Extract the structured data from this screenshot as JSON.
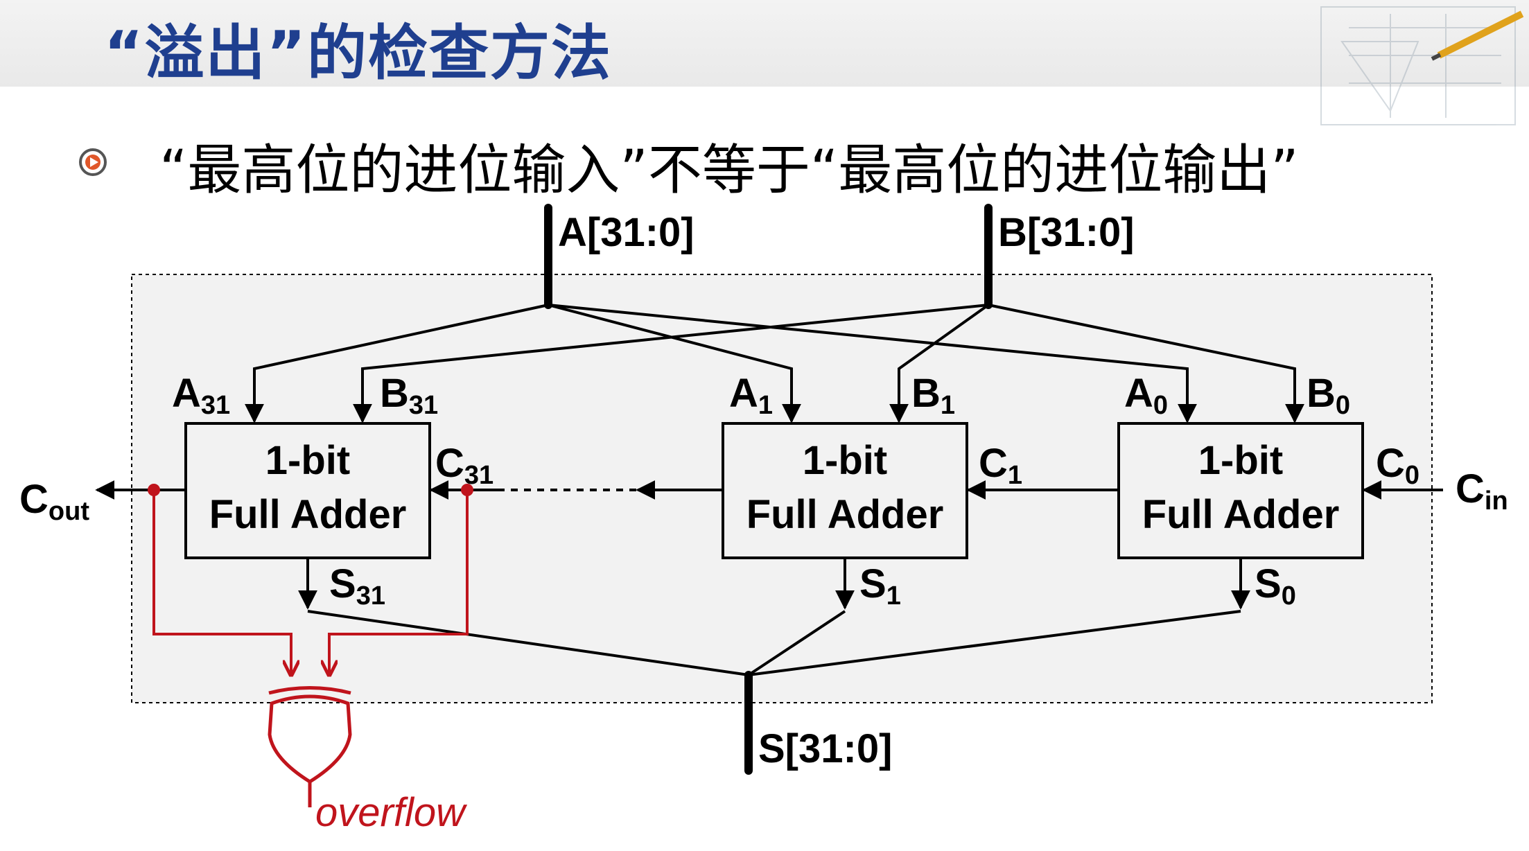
{
  "slide": {
    "title": "“溢出”的检查方法",
    "bullet": "“最高位的进位输入”不等于“最高位的进位输出”"
  },
  "colors": {
    "title": "#1f3f8f",
    "overflow_logic": "#c0141c",
    "wire": "#000000",
    "panel": "#f2f2f2"
  },
  "diagram": {
    "bus_a": "A[31:0]",
    "bus_b": "B[31:0]",
    "bus_s": "S[31:0]",
    "adders": [
      {
        "line1": "1-bit",
        "line2": "Full Adder",
        "a": "A",
        "b": "B",
        "idx": "31",
        "carry_in": "C",
        "carry_in_idx": "31",
        "sum": "S",
        "sum_idx": "31"
      },
      {
        "line1": "1-bit",
        "line2": "Full Adder",
        "a": "A",
        "b": "B",
        "idx": "1",
        "carry_in": "C",
        "carry_in_idx": "1",
        "sum": "S",
        "sum_idx": "1"
      },
      {
        "line1": "1-bit",
        "line2": "Full Adder",
        "a": "A",
        "b": "B",
        "idx": "0",
        "carry_in": "C",
        "carry_in_idx": "0",
        "sum": "S",
        "sum_idx": "0"
      }
    ],
    "cout": {
      "main": "C",
      "sub": "out"
    },
    "cin": {
      "main": "C",
      "sub": "in"
    },
    "overflow_label": "overflow",
    "xor_gate_icon": "xor-gate-icon"
  }
}
